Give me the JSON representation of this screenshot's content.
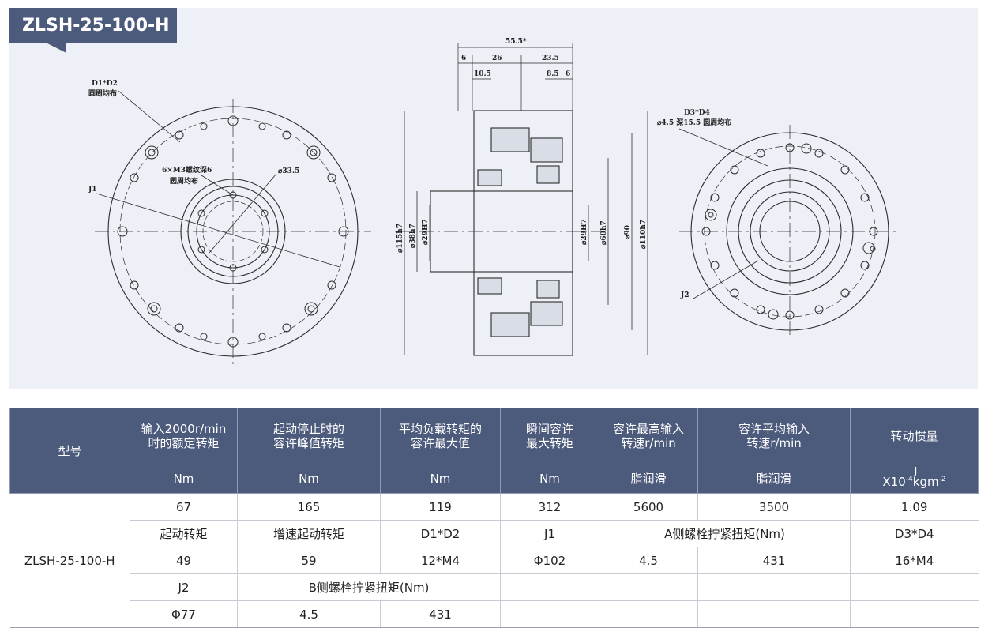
{
  "model_tag": "ZLSH-25-100-H",
  "drawing": {
    "left_view": {
      "callout_d1d2": "D1*D2",
      "callout_d1d2_note": "圆周均布",
      "callout_screw": "6×M3螺纹深6",
      "callout_screw_note": "圆周均布",
      "callout_bore": "⌀33.5",
      "label_j1": "J1"
    },
    "section_view": {
      "dims_top": [
        "55.5*",
        "6",
        "26",
        "23.5",
        "10.5",
        "8.5",
        "6"
      ],
      "dims_left": [
        "⌀115h7",
        "⌀38h7",
        "⌀29H7"
      ],
      "dims_right": [
        "⌀29H7",
        "⌀60h7",
        "⌀90",
        "⌀110h7"
      ]
    },
    "right_view": {
      "callout_d3d4": "D3*D4",
      "callout_d3d4_note": "⌀4.5 深15.5 圆周均布",
      "label_j2": "J2"
    }
  },
  "table": {
    "header_row1": [
      "型号",
      "输入2000r/min\n时的额定转矩",
      "起动停止时的\n容许峰值转矩",
      "平均负载转矩的\n容许最大值",
      "瞬间容许\n最大转矩",
      "容许最高输入\n转速r/min",
      "容许平均输入\n转速r/min",
      "转动惯量"
    ],
    "header_row2": [
      "Nm",
      "Nm",
      "Nm",
      "Nm",
      "脂润滑",
      "脂润滑"
    ],
    "inertia_unit": {
      "base": "X10",
      "exp": "-4",
      "mid": "kgm",
      "exp2": "-2",
      "top": "J"
    },
    "model_name": "ZLSH-25-100-H",
    "rows": [
      [
        "67",
        "165",
        "119",
        "312",
        "5600",
        "3500",
        "1.09"
      ],
      [
        "起动转矩",
        "增速起动转矩",
        "D1*D2",
        "J1",
        "A侧螺栓拧紧扭矩(Nm)",
        "D3*D4"
      ],
      [
        "49",
        "59",
        "12*M4",
        "Φ102",
        "4.5",
        "431",
        "16*M4"
      ],
      [
        "J2",
        "B侧螺栓拧紧扭矩(Nm)",
        "",
        "",
        "",
        ""
      ],
      [
        "Φ77",
        "4.5",
        "431",
        "",
        "",
        "",
        ""
      ]
    ]
  },
  "colors": {
    "header_bg": "#4c5a7c",
    "panel_bg": "#edf0f6",
    "line": "#2b2b2b"
  }
}
